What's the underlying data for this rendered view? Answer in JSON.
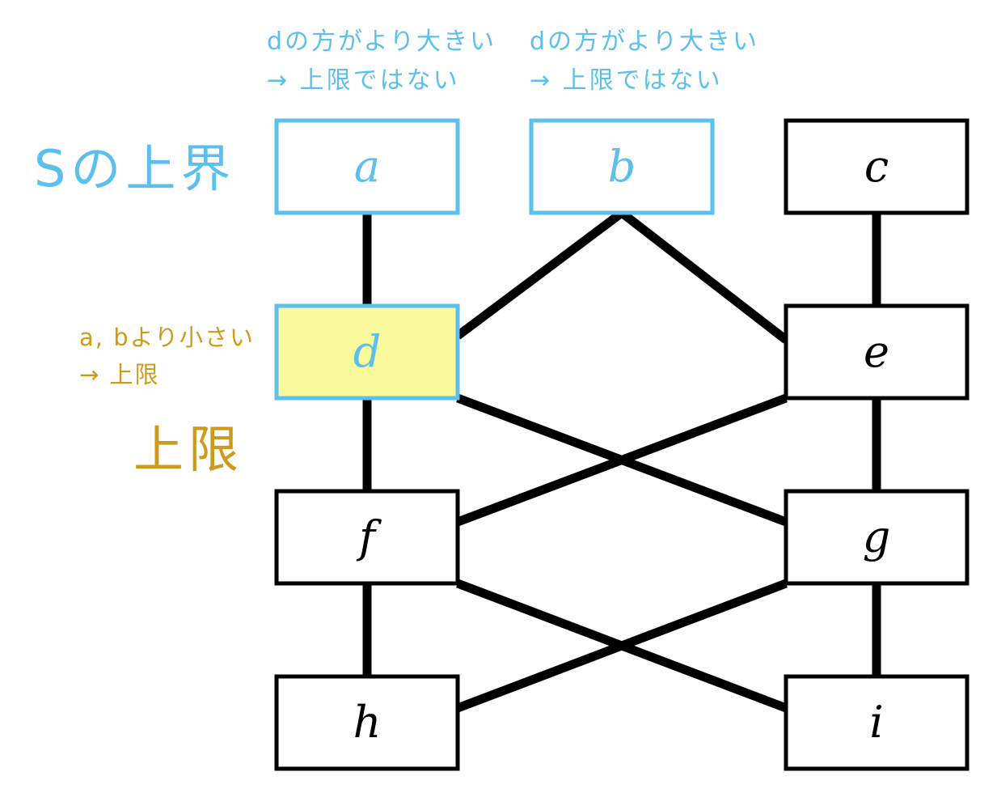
{
  "annotations": {
    "upper_bound_label": "Sの上界",
    "supremum_label": "上限",
    "note_a": {
      "line1": "dの方がより大きい",
      "line2": "→ 上限ではない"
    },
    "note_b": {
      "line1": "dの方がより大きい",
      "line2": "→ 上限ではない"
    },
    "note_d": {
      "line1": "a, bより小さい",
      "line2": "→ 上限"
    }
  },
  "nodes": {
    "a": {
      "label": "a",
      "style": "upper-bound"
    },
    "b": {
      "label": "b",
      "style": "upper-bound"
    },
    "c": {
      "label": "c",
      "style": "normal"
    },
    "d": {
      "label": "d",
      "style": "supremum"
    },
    "e": {
      "label": "e",
      "style": "normal"
    },
    "f": {
      "label": "f",
      "style": "normal"
    },
    "g": {
      "label": "g",
      "style": "normal"
    },
    "h": {
      "label": "h",
      "style": "normal"
    },
    "i": {
      "label": "i",
      "style": "normal"
    }
  },
  "edges": [
    [
      "a",
      "d"
    ],
    [
      "b",
      "d"
    ],
    [
      "b",
      "e"
    ],
    [
      "c",
      "e"
    ],
    [
      "d",
      "f"
    ],
    [
      "d",
      "g"
    ],
    [
      "e",
      "f"
    ],
    [
      "e",
      "g"
    ],
    [
      "f",
      "h"
    ],
    [
      "f",
      "i"
    ],
    [
      "g",
      "h"
    ],
    [
      "g",
      "i"
    ]
  ],
  "colors": {
    "upper_bound": "#5bc0eb",
    "supremum_fill": "#fafa9c",
    "supremum_text": "#cc9b1c",
    "edge": "#000000",
    "node_border": "#000000"
  }
}
